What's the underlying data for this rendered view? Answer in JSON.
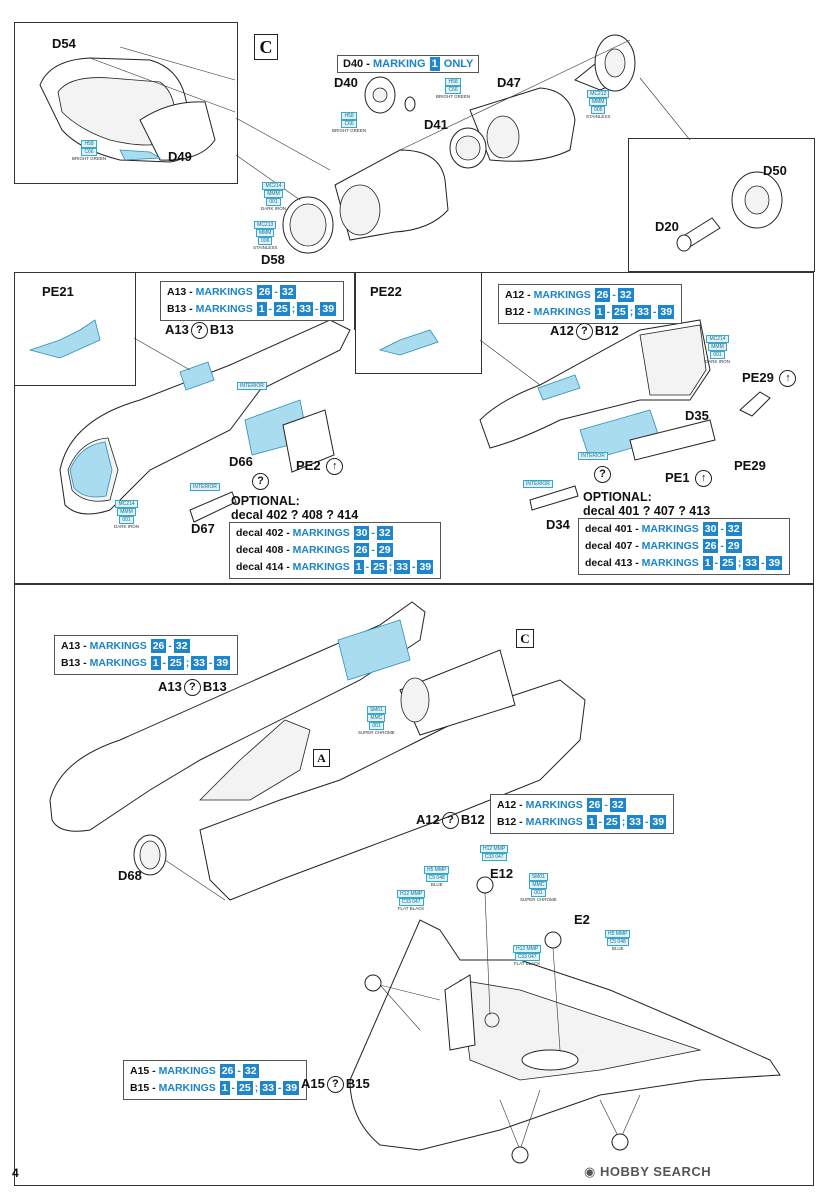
{
  "page_number": "4",
  "watermark": "HOBBY SEARCH",
  "section_top": {
    "callout_letter": "C",
    "header_text": {
      "part": "D40",
      "dash": " - ",
      "marking": "MARKING",
      "num": "1",
      "only": "ONLY"
    },
    "parts": [
      "D54",
      "D49",
      "D40",
      "D41",
      "D47",
      "D50",
      "D20",
      "D58"
    ],
    "tags": {
      "d49": {
        "code": "H58",
        "code2": "C66",
        "caption": "BRIGHT GREEN"
      },
      "d40": {
        "code": "C66",
        "code2": "H58",
        "caption": "BRIGHT GREEN"
      },
      "d41": {
        "code": "H58",
        "code2": "C66",
        "caption": "BRIGHT GREEN"
      },
      "d47": {
        "code": "MC212",
        "code2": "MMM",
        "code3": "005",
        "caption": "STAINLESS"
      },
      "d58a": {
        "code": "MC214",
        "code2": "MMM",
        "code3": "001",
        "caption": "DARK IRON"
      },
      "d58b": {
        "code": "MC213",
        "code2": "MMM",
        "code3": "006",
        "caption": "STAINLESS"
      }
    }
  },
  "section_middle_left": {
    "inset_label": "PE21",
    "markings": [
      {
        "prefix": "A13",
        "label": "MARKINGS",
        "nums": [
          "26",
          "32"
        ],
        "style": "range"
      },
      {
        "prefix": "B13",
        "label": "MARKINGS",
        "nums": [
          "1",
          "25",
          "33",
          "39"
        ],
        "style": "ranges"
      }
    ],
    "choice": {
      "left": "A13",
      "right": "B13"
    },
    "parts": [
      "D66",
      "PE2",
      "D67"
    ],
    "tags": {
      "interior": {
        "caption": "INTERIOR"
      },
      "dark_iron": {
        "code": "MC214",
        "code2": "MMM",
        "code3": "001",
        "caption": "DARK IRON"
      },
      "interior2": {
        "caption": "INTERIOR"
      }
    },
    "optional_title": "OPTIONAL:",
    "optional_line": "decal 402 ? 408 ? 414",
    "decals": [
      {
        "prefix": "decal 402",
        "label": "MARKINGS",
        "nums": [
          "30",
          "32"
        ],
        "style": "range"
      },
      {
        "prefix": "decal 408",
        "label": "MARKINGS",
        "nums": [
          "26",
          "29"
        ],
        "style": "range"
      },
      {
        "prefix": "decal 414",
        "label": "MARKINGS",
        "nums": [
          "1",
          "25",
          "33",
          "39"
        ],
        "style": "ranges"
      }
    ]
  },
  "section_middle_right": {
    "inset_label": "PE22",
    "markings": [
      {
        "prefix": "A12",
        "label": "MARKINGS",
        "nums": [
          "26",
          "32"
        ],
        "style": "range"
      },
      {
        "prefix": "B12",
        "label": "MARKINGS",
        "nums": [
          "1",
          "25",
          "33",
          "39"
        ],
        "style": "ranges"
      }
    ],
    "choice": {
      "left": "A12",
      "right": "B12"
    },
    "parts": [
      "D35",
      "PE29",
      "PE29",
      "PE1",
      "D34"
    ],
    "tags": {
      "dark_iron": {
        "code": "MC214",
        "code2": "MMM",
        "code3": "001",
        "caption": "DARK IRON"
      },
      "interior": {
        "caption": "INTERIOR"
      },
      "interior2": {
        "caption": "INTERIOR"
      }
    },
    "optional_title": "OPTIONAL:",
    "optional_line": "decal 401 ? 407 ? 413",
    "decals": [
      {
        "prefix": "decal 401",
        "label": "MARKINGS",
        "nums": [
          "30",
          "32"
        ],
        "style": "range"
      },
      {
        "prefix": "decal 407",
        "label": "MARKINGS",
        "nums": [
          "26",
          "29"
        ],
        "style": "range"
      },
      {
        "prefix": "decal 413",
        "label": "MARKINGS",
        "nums": [
          "1",
          "25",
          "33",
          "39"
        ],
        "style": "ranges"
      }
    ]
  },
  "section_bottom": {
    "markings_a13": [
      {
        "prefix": "A13",
        "label": "MARKINGS",
        "nums": [
          "26",
          "32"
        ],
        "style": "range"
      },
      {
        "prefix": "B13",
        "label": "MARKINGS",
        "nums": [
          "1",
          "25",
          "33",
          "39"
        ],
        "style": "ranges"
      }
    ],
    "choice_a13": {
      "left": "A13",
      "right": "B13"
    },
    "callout_c": "C",
    "callout_a": "A",
    "markings_a12": [
      {
        "prefix": "A12",
        "label": "MARKINGS",
        "nums": [
          "26",
          "32"
        ],
        "style": "range"
      },
      {
        "prefix": "B12",
        "label": "MARKINGS",
        "nums": [
          "1",
          "25",
          "33",
          "39"
        ],
        "style": "ranges"
      }
    ],
    "choice_a12": {
      "left": "A12",
      "right": "B12"
    },
    "markings_a15": [
      {
        "prefix": "A15",
        "label": "MARKINGS",
        "nums": [
          "26",
          "32"
        ],
        "style": "range"
      },
      {
        "prefix": "B15",
        "label": "MARKINGS",
        "nums": [
          "1",
          "25",
          "33",
          "39"
        ],
        "style": "ranges"
      }
    ],
    "choice_a15": {
      "left": "A15",
      "right": "B15"
    },
    "parts": [
      "D68",
      "E12",
      "E2"
    ],
    "tags": {
      "chrome": {
        "code": "SM01",
        "code2": "MMC",
        "code3": "001",
        "caption": "SUPER CHROME"
      },
      "e12_blue": {
        "code": "H12 MMP",
        "code2": "C33 047",
        "caption": ""
      },
      "e12_blue2": {
        "code": "H5 MMP",
        "code2": "C5 048",
        "caption": "BLUE"
      },
      "e12_black": {
        "code": "H12 MMP",
        "code2": "C33 047",
        "caption": "FLAT BLACK"
      },
      "e2_chrome": {
        "code": "SM01",
        "code2": "MMC",
        "code3": "001",
        "caption": "SUPER CHROME"
      },
      "e2_blue": {
        "code": "H5 MMP",
        "code2": "C5 048",
        "caption": "BLUE"
      },
      "e2_black": {
        "code": "H12 MMP",
        "code2": "C33 047",
        "caption": "FLAT BLACK"
      }
    }
  }
}
